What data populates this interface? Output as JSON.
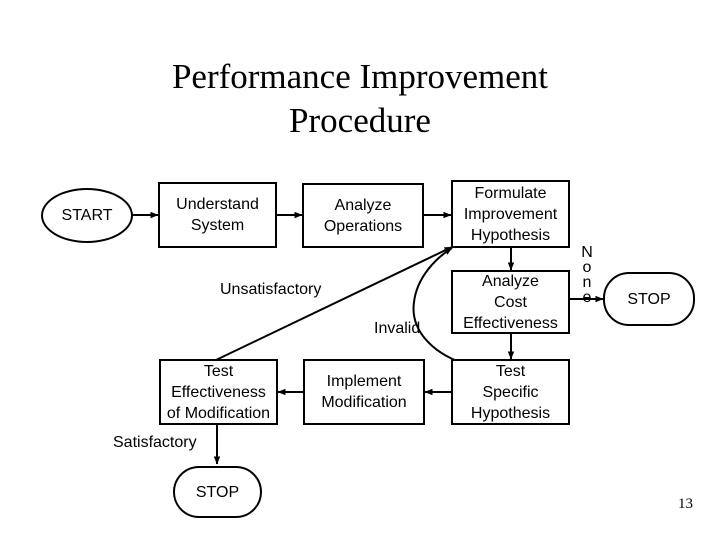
{
  "slide": {
    "title": "Performance Improvement\nProcedure",
    "page_number": "13",
    "background_color": "#ffffff",
    "line_color": "#000000",
    "text_color": "#000000"
  },
  "nodes": {
    "start": {
      "label": "START",
      "shape": "oval"
    },
    "understand_system": {
      "label": "Understand\nSystem",
      "shape": "rect"
    },
    "analyze_operations": {
      "label": "Analyze\nOperations",
      "shape": "rect"
    },
    "formulate_hypothesis": {
      "label": "Formulate\nImprovement\nHypothesis",
      "shape": "rect"
    },
    "analyze_cost": {
      "label": "Analyze\nCost\nEffectiveness",
      "shape": "rect"
    },
    "stop_right": {
      "label": "STOP",
      "shape": "rounded"
    },
    "test_effectiveness": {
      "label": "Test\nEffectiveness\nof Modification",
      "shape": "rect"
    },
    "implement_modification": {
      "label": "Implement\nModification",
      "shape": "rect"
    },
    "test_specific_hypothesis": {
      "label": "Test\nSpecific\nHypothesis",
      "shape": "rect"
    },
    "stop_bottom": {
      "label": "STOP",
      "shape": "rounded"
    }
  },
  "edge_labels": {
    "unsatisfactory": "Unsatisfactory",
    "invalid": "Invalid",
    "none": "N\no\nn\ne",
    "satisfactory": "Satisfactory"
  }
}
